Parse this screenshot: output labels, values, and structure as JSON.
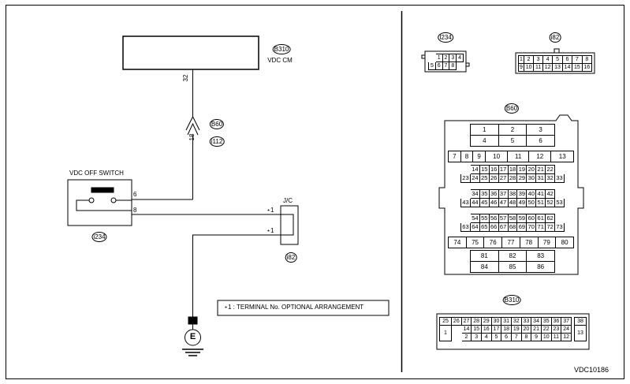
{
  "left": {
    "vdc_cm": {
      "tag": "B310",
      "name": "VDC CM"
    },
    "pin_32": "32",
    "pin_18": "18",
    "conn_b60": "B60",
    "conn_i112": "i112",
    "switch": {
      "title": "VDC OFF SWITCH",
      "tag": "i234",
      "pin6": "6",
      "pin8": "8"
    },
    "jc": {
      "label": "J/C",
      "star1a": "⋆1",
      "star1b": "⋆1",
      "tag": "i82"
    },
    "ground": "E",
    "note": "⋆1 : TERMINAL No. OPTIONAL ARRANGEMENT"
  },
  "right": {
    "i234": {
      "tag": "I234",
      "row1": [
        "1",
        "2",
        "3",
        "4"
      ],
      "row2": [
        "5",
        "6",
        "7",
        "8"
      ]
    },
    "i82": {
      "tag": "i82",
      "row1": [
        "1",
        "2",
        "3",
        "4",
        "5",
        "6",
        "7",
        "8"
      ],
      "row2": [
        "9",
        "10",
        "11",
        "12",
        "13",
        "14",
        "15",
        "16"
      ]
    },
    "b60": {
      "tag": "B60",
      "top": [
        [
          "1",
          "2",
          "3"
        ],
        [
          "4",
          "5",
          "6"
        ]
      ],
      "row7": [
        "7",
        "8",
        "9",
        "10",
        "11",
        "12",
        "13"
      ],
      "g1a": [
        "14",
        "15",
        "16",
        "17",
        "18",
        "19",
        "20",
        "21",
        "22"
      ],
      "g1b": [
        "23",
        "24",
        "25",
        "26",
        "27",
        "28",
        "29",
        "30",
        "31",
        "32",
        "33"
      ],
      "g2a": [
        "34",
        "35",
        "36",
        "37",
        "38",
        "39",
        "40",
        "41",
        "42"
      ],
      "g2b": [
        "43",
        "44",
        "45",
        "46",
        "47",
        "48",
        "49",
        "50",
        "51",
        "52",
        "53"
      ],
      "g3a": [
        "54",
        "55",
        "56",
        "57",
        "58",
        "59",
        "60",
        "61",
        "62"
      ],
      "g3b": [
        "63",
        "64",
        "65",
        "66",
        "67",
        "68",
        "69",
        "70",
        "71",
        "72",
        "73"
      ],
      "row74": [
        "74",
        "75",
        "76",
        "77",
        "78",
        "79",
        "80"
      ],
      "bottom": [
        [
          "81",
          "82",
          "83"
        ],
        [
          "84",
          "85",
          "86"
        ]
      ]
    },
    "b310": {
      "tag": "B310",
      "left_top": "25",
      "left_bot": "1",
      "row1": [
        "26",
        "27",
        "28",
        "29",
        "30",
        "31",
        "32",
        "33",
        "34",
        "35",
        "36",
        "37"
      ],
      "row2": [
        "14",
        "15",
        "16",
        "17",
        "18",
        "19",
        "20",
        "21",
        "22",
        "23",
        "24"
      ],
      "row3": [
        "2",
        "3",
        "4",
        "5",
        "6",
        "7",
        "8",
        "9",
        "10",
        "11",
        "12"
      ],
      "right_top": "38",
      "right_bot": "13"
    }
  },
  "figure_code": "VDC10186"
}
